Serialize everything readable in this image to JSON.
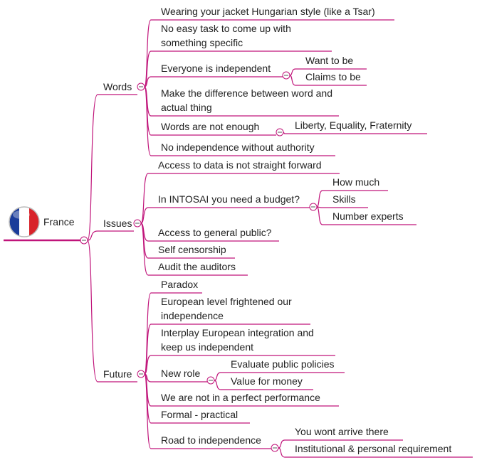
{
  "root": {
    "label": "France",
    "icon": "france-flag-icon"
  },
  "colors": {
    "branch": "#c0147a",
    "root_underline": "#c0147a",
    "text": "#222222"
  },
  "branches": [
    {
      "id": "words",
      "label": "Words",
      "children": [
        {
          "label": "Wearing your jacket Hungarian style (like a Tsar)"
        },
        {
          "label": "No easy task to come up with something specific"
        },
        {
          "label": "Everyone is independent",
          "children": [
            {
              "label": "Want to be"
            },
            {
              "label": "Claims to be"
            }
          ]
        },
        {
          "label": "Make the difference between word and actual thing"
        },
        {
          "label": "Words are not enough",
          "children": [
            {
              "label": "Liberty, Equality, Fraternity"
            }
          ]
        },
        {
          "label": "No independence without authority"
        }
      ]
    },
    {
      "id": "issues",
      "label": "Issues",
      "children": [
        {
          "label": "Access to data is not straight forward"
        },
        {
          "label": "In INTOSAI you need a budget?",
          "children": [
            {
              "label": "How much"
            },
            {
              "label": "Skills"
            },
            {
              "label": "Number experts"
            }
          ]
        },
        {
          "label": "Access to general public?"
        },
        {
          "label": "Self censorship"
        },
        {
          "label": "Audit the auditors"
        }
      ]
    },
    {
      "id": "future",
      "label": "Future",
      "children": [
        {
          "label": "Paradox"
        },
        {
          "label": "European level frightened our independence"
        },
        {
          "label": "Interplay European integration and keep us independent"
        },
        {
          "label": "New role",
          "children": [
            {
              "label": "Evaluate public policies"
            },
            {
              "label": "Value for money"
            }
          ]
        },
        {
          "label": "We are not in a perfect performance"
        },
        {
          "label": "Formal - practical"
        },
        {
          "label": "Road to independence",
          "children": [
            {
              "label": "You wont arrive there"
            },
            {
              "label": "Institutional & personal requirement"
            }
          ]
        }
      ]
    }
  ]
}
